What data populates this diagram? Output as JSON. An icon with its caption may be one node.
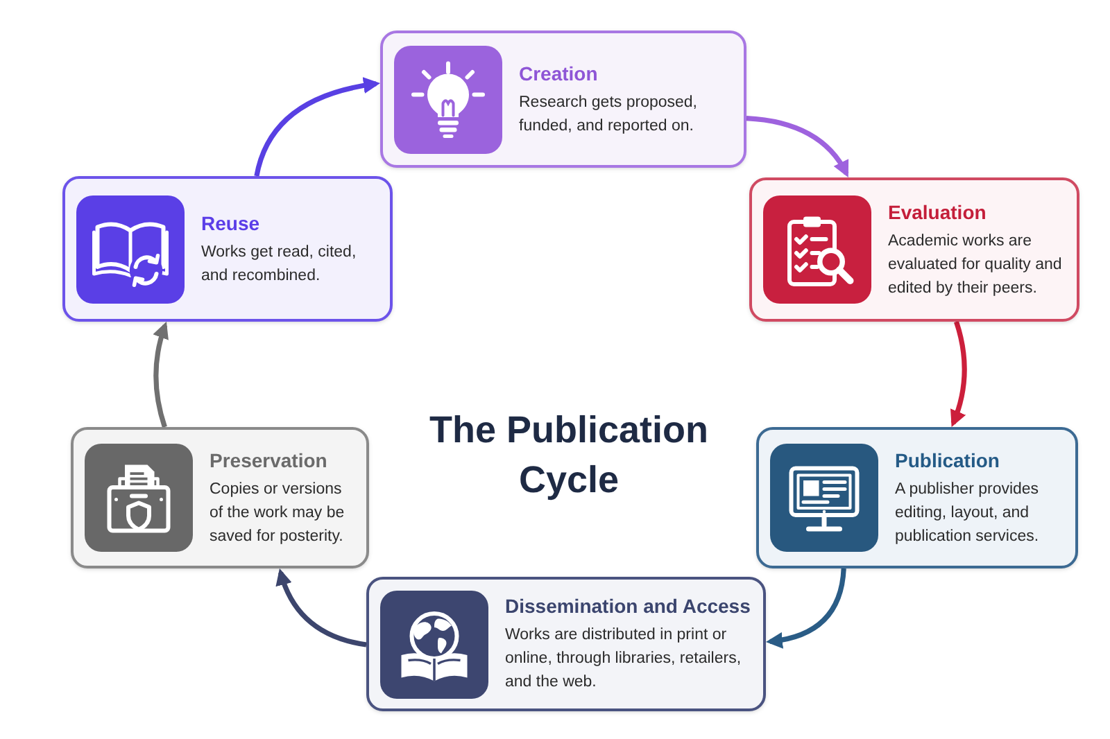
{
  "diagram": {
    "title": "The Publication Cycle",
    "nodes": [
      {
        "text": [
          "Creation",
          "Research gets proposed, funded, and reported on."
        ]
      },
      {
        "text": [
          "Evaluation",
          "Academic works are evaluated for quality and edited by their peers."
        ]
      },
      {
        "text": [
          "Publication",
          "A publisher provides editing, layout, and publication services."
        ]
      },
      {
        "text": [
          "Dissemination and Access",
          "Works are distributed in print or online, through libraries, retailers, and the web."
        ]
      },
      {
        "text": [
          "Preservation",
          "Copies or versions of the work may be saved for posterity."
        ]
      },
      {
        "text": [
          "Reuse",
          "Works get read, cited, and recombined."
        ]
      }
    ],
    "edges": [
      {
        "from": 0,
        "to": 1,
        "arrow": "to",
        "color": "#9e62de"
      },
      {
        "from": 1,
        "to": 2,
        "arrow": "to",
        "color": "#cc1f3b"
      },
      {
        "from": 2,
        "to": 3,
        "arrow": "to",
        "color": "#2a5c86"
      },
      {
        "from": 3,
        "to": 4,
        "arrow": "to",
        "color": "#3c456d"
      },
      {
        "from": 4,
        "to": 5,
        "arrow": "to",
        "color": "#707070"
      },
      {
        "from": 5,
        "to": 0,
        "arrow": "to",
        "color": "#5840e3"
      }
    ]
  }
}
